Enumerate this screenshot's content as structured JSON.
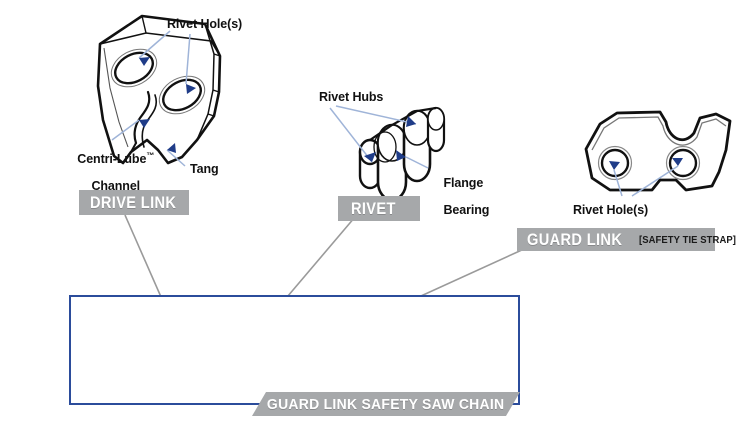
{
  "diagram": {
    "title": "Guard Link Safety Saw Chain components",
    "colors": {
      "banner_gray": "#a6a8aa",
      "banner_text": "#ffffff",
      "leader_blue": "#9fb4d8",
      "arrow_navy": "#1f3c88",
      "frame_blue": "#2b4c9b",
      "leader_gray": "#9a9a9a",
      "outline_black": "#111111"
    },
    "parts": [
      {
        "id": "drive-link",
        "banner_label": "DRIVE LINK",
        "callouts": [
          {
            "id": "rivet-holes",
            "text": "Rivet Hole(s)"
          },
          {
            "id": "centri-lube-channel",
            "text": "Centri-Lube",
            "tm": "™",
            "text_line2": "Channel"
          },
          {
            "id": "tang",
            "text": "Tang"
          }
        ]
      },
      {
        "id": "rivet",
        "banner_label": "RIVET",
        "callouts": [
          {
            "id": "rivet-hubs",
            "text": "Rivet Hubs"
          },
          {
            "id": "flange-bearing",
            "text": "Flange",
            "text_line2": "Bearing"
          }
        ]
      },
      {
        "id": "guard-link",
        "banner_label": "GUARD LINK",
        "banner_sublabel": "[SAFETY TIE STRAP]",
        "callouts": [
          {
            "id": "rivet-holes",
            "text": "Rivet Hole(s)"
          }
        ]
      }
    ],
    "photo": {
      "caption": "GUARD LINK SAFETY SAW CHAIN",
      "alt": "close-up photograph of guard link safety saw chain"
    }
  }
}
